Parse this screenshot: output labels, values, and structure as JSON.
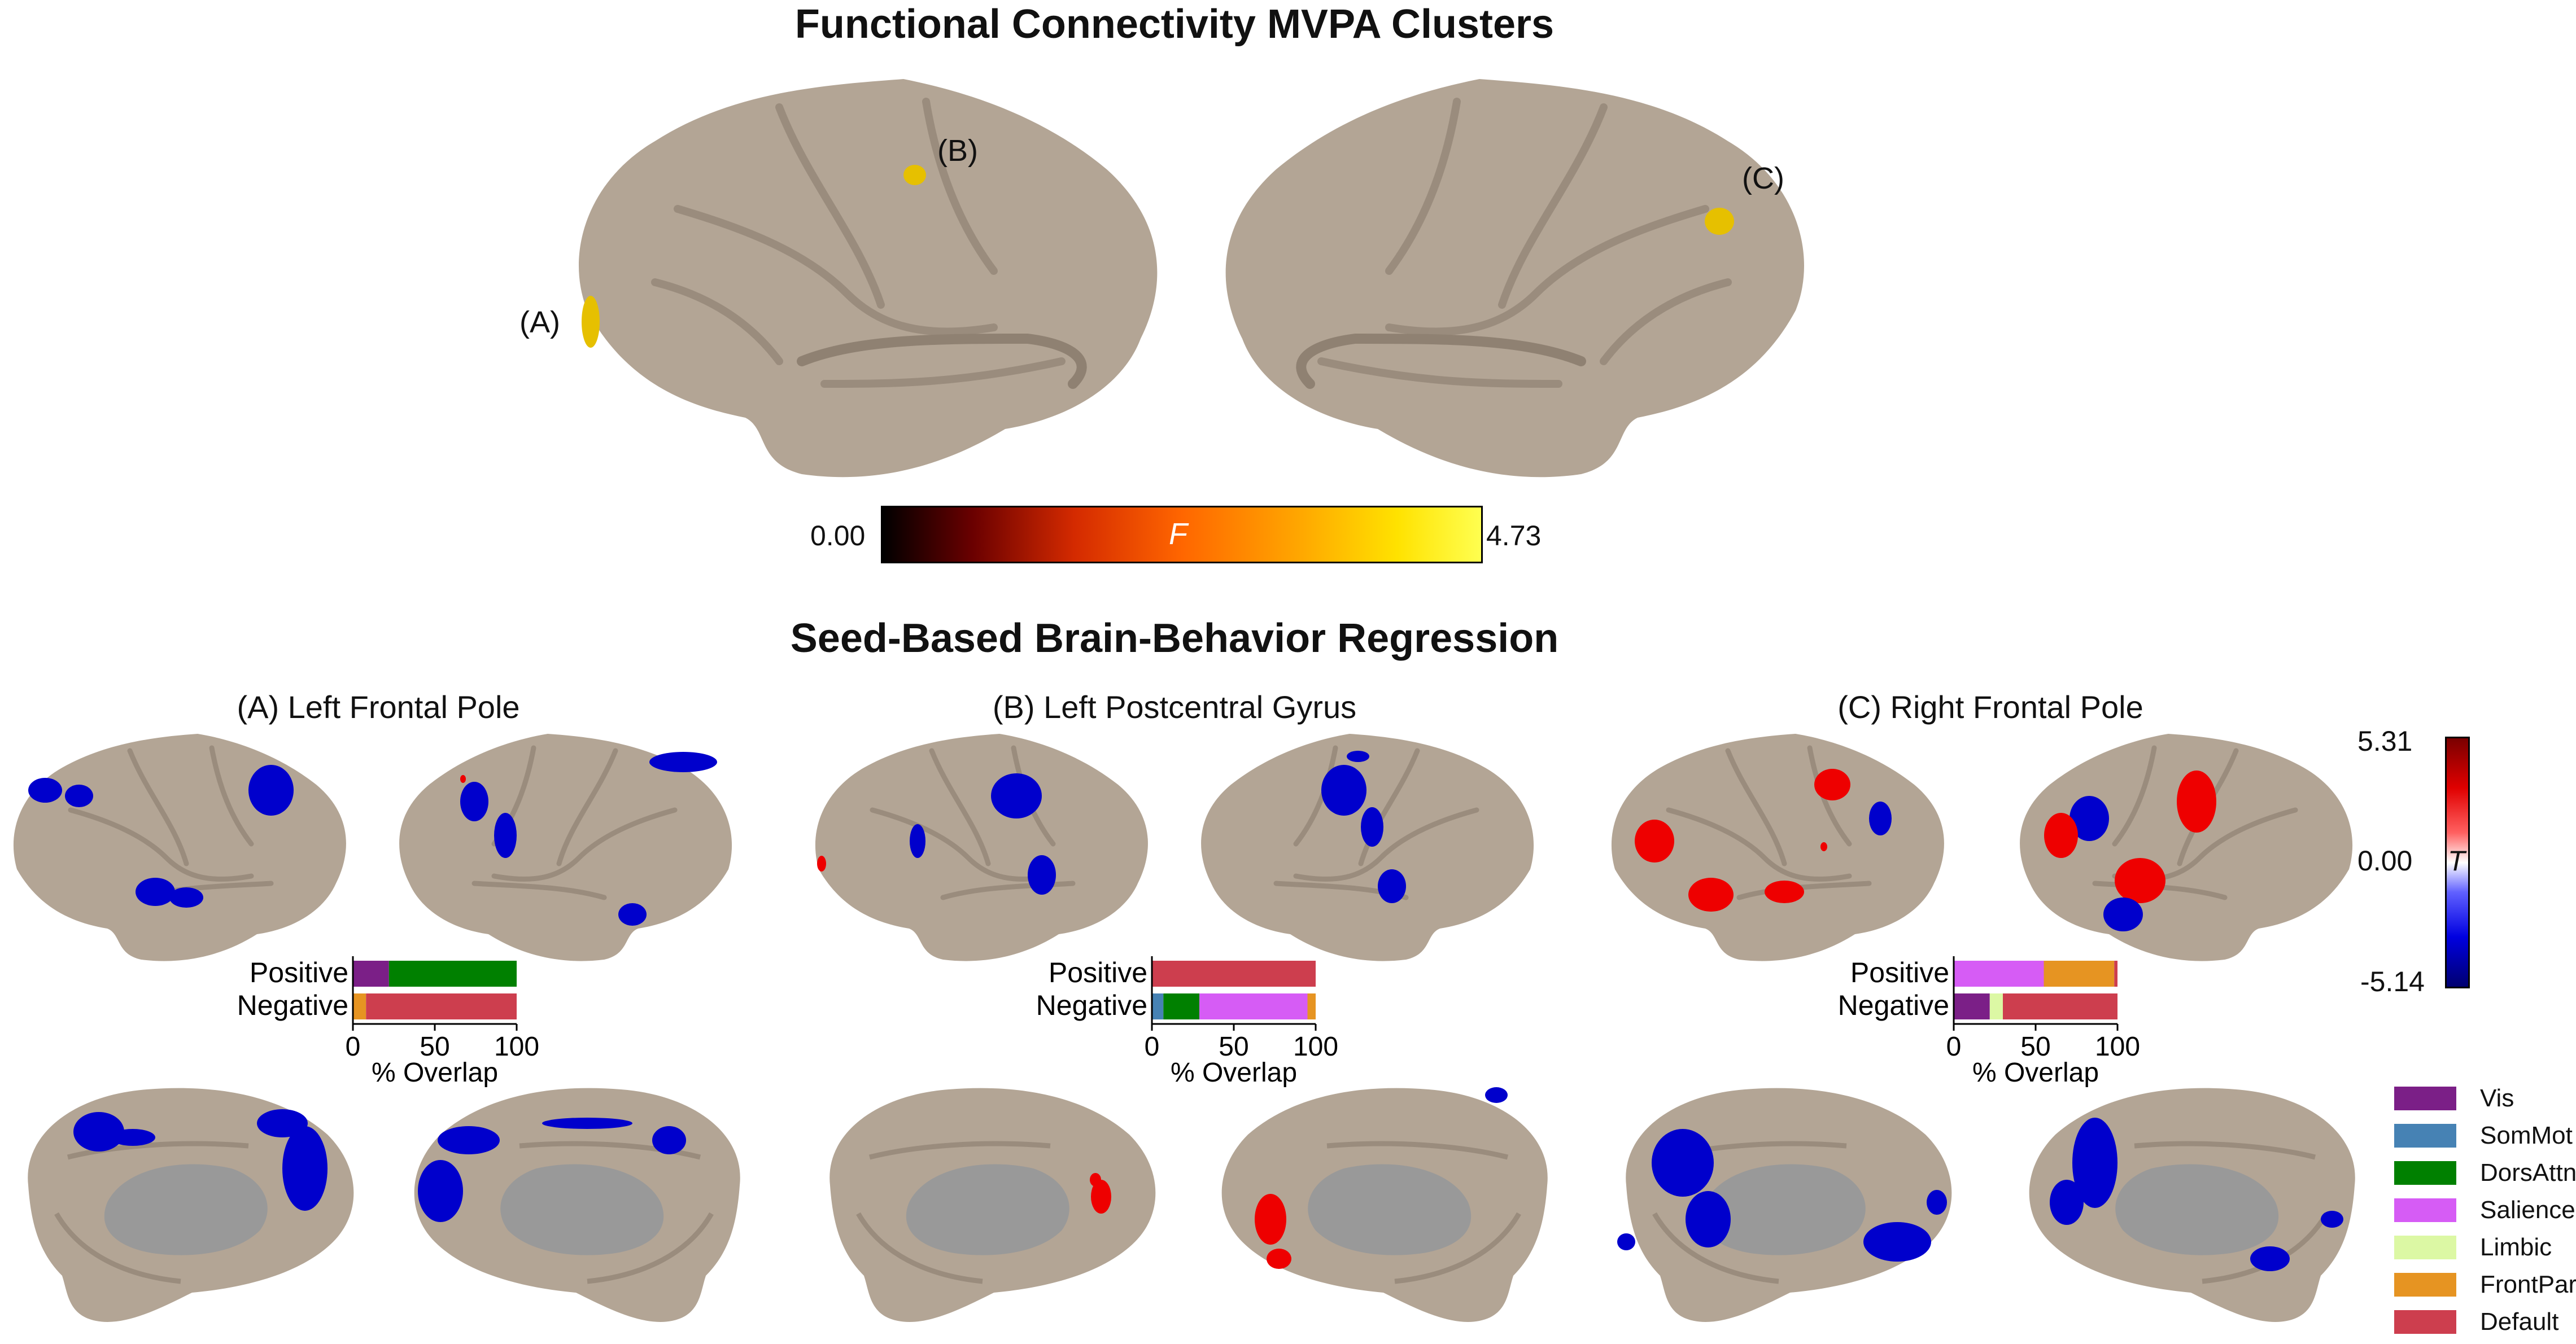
{
  "mvpa": {
    "title": "Functional Connectivity MVPA Clusters",
    "cluster_labels": [
      "(A)",
      "(B)",
      "(C)"
    ],
    "colorbar": {
      "min": "0.00",
      "max": "4.73",
      "symbol": "F"
    }
  },
  "regression": {
    "title": "Seed-Based Brain-Behavior Regression",
    "panels": [
      {
        "label": "(A) Left Frontal Pole",
        "positive": [
          {
            "network": "Vis",
            "pct": 22
          },
          {
            "network": "DorsAttn",
            "pct": 78
          }
        ],
        "negative": [
          {
            "network": "FrontPar",
            "pct": 8
          },
          {
            "network": "Default",
            "pct": 92
          }
        ]
      },
      {
        "label": "(B) Left Postcentral Gyrus",
        "positive": [
          {
            "network": "Default",
            "pct": 100
          }
        ],
        "negative": [
          {
            "network": "SomMot",
            "pct": 7
          },
          {
            "network": "DorsAttn",
            "pct": 22
          },
          {
            "network": "Salience",
            "pct": 66
          },
          {
            "network": "FrontPar",
            "pct": 5
          }
        ]
      },
      {
        "label": "(C) Right Frontal Pole",
        "positive": [
          {
            "network": "Salience",
            "pct": 55
          },
          {
            "network": "FrontPar",
            "pct": 43
          },
          {
            "network": "Default",
            "pct": 2
          }
        ],
        "negative": [
          {
            "network": "Vis",
            "pct": 22
          },
          {
            "network": "Limbic",
            "pct": 8
          },
          {
            "network": "Default",
            "pct": 70
          }
        ]
      }
    ],
    "bar_row_labels": {
      "positive": "Positive",
      "negative": "Negative"
    },
    "bar_axis": {
      "ticks": [
        "0",
        "50",
        "100"
      ],
      "xlabel": "% Overlap"
    },
    "t_colorbar": {
      "max": "5.31",
      "mid": "0.00",
      "min": "-5.14",
      "symbol": "T"
    }
  },
  "networks": [
    {
      "name": "Vis",
      "color": "#7b1f87"
    },
    {
      "name": "SomMot",
      "color": "#4682b4"
    },
    {
      "name": "DorsAttn",
      "color": "#008000"
    },
    {
      "name": "Salience",
      "color": "#d65cf5"
    },
    {
      "name": "Limbic",
      "color": "#dcf8a4"
    },
    {
      "name": "FrontPar",
      "color": "#e69422"
    },
    {
      "name": "Default",
      "color": "#cd3e4e"
    }
  ],
  "colors": {
    "cortex": "#b3a595",
    "sulcus": "#9a8c7d",
    "medial_wall": "#999999",
    "pos": "#ee0000",
    "neg": "#0000cc",
    "cluster": "#e6c000"
  }
}
